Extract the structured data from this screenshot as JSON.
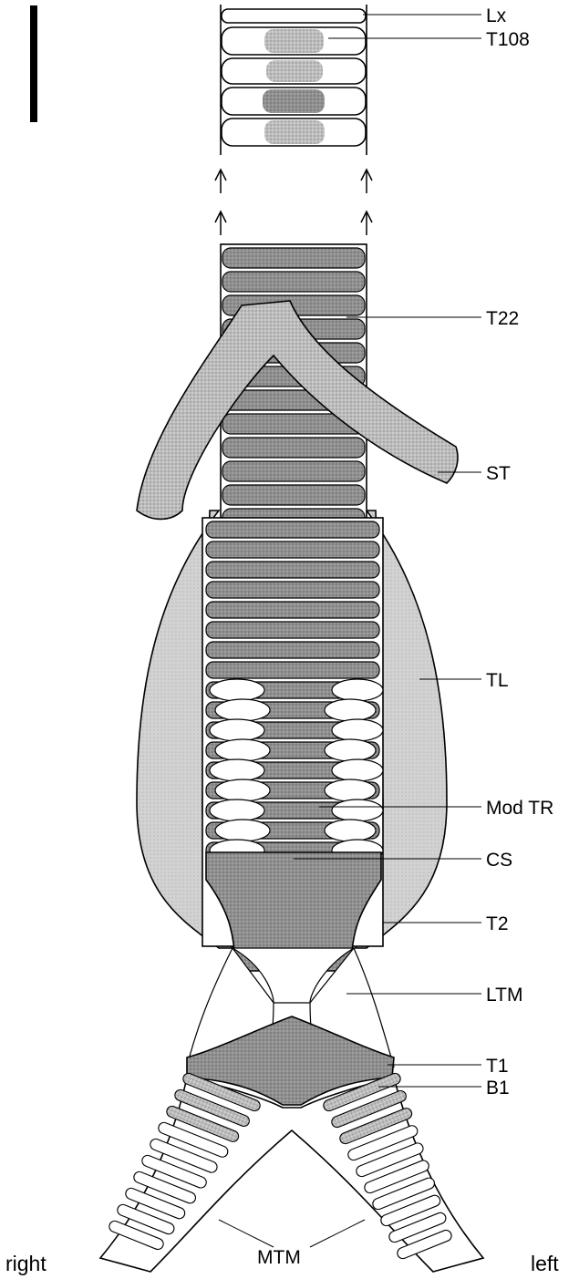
{
  "labels": {
    "lx": "Lx",
    "t108": "T108",
    "t22": "T22",
    "st": "ST",
    "tl": "TL",
    "mod_tr": "Mod TR",
    "cs": "CS",
    "t2": "T2",
    "ltm": "LTM",
    "t1": "T1",
    "b1": "B1",
    "mtm": "MTM",
    "right": "right",
    "left": "left"
  },
  "colors": {
    "cartilage_dark": "#8e8e8e",
    "cartilage_mid": "#a9a9a9",
    "cartilage_light": "#cfcfcf",
    "outline": "#000000",
    "background": "#ffffff"
  }
}
